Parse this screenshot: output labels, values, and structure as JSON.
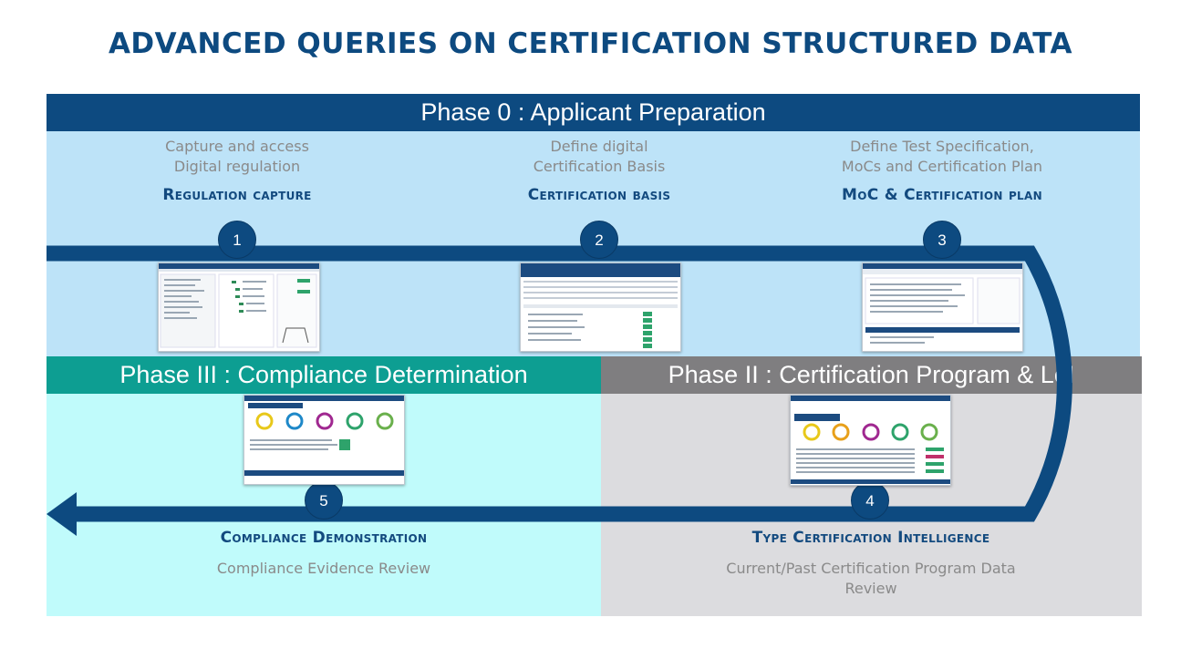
{
  "title": "ADVANCED QUERIES ON CERTIFICATION STRUCTURED DATA",
  "phases": {
    "phase0": "Phase 0 : Applicant Preparation",
    "phase3": "Phase III : Compliance Determination",
    "phase2": "Phase II : Certification Program & LoI"
  },
  "steps": [
    {
      "number": "1",
      "title": "Regulation capture",
      "desc_line1": "Capture and access",
      "desc_line2": "Digital regulation"
    },
    {
      "number": "2",
      "title": "Certification basis",
      "desc_line1": "Define digital",
      "desc_line2": "Certification Basis"
    },
    {
      "number": "3",
      "title": "MoC & Certification plan",
      "desc_line1": "Define Test Specification,",
      "desc_line2": "MoCs and Certification Plan"
    },
    {
      "number": "4",
      "title": "Type Certification Intelligence",
      "desc_line1": "Current/Past Certification Program Data",
      "desc_line2": "Review"
    },
    {
      "number": "5",
      "title": "Compliance Demonstration",
      "desc_line1": "Compliance Evidence Review",
      "desc_line2": ""
    }
  ],
  "colors": {
    "navy": "#0d4a80",
    "phase0_bg": "#bde3f8",
    "phase3_header": "#0d9e92",
    "phase3_bg": "#c0fbfb",
    "phase2_header": "#7f7e80",
    "phase2_bg": "#dcdcdf"
  }
}
